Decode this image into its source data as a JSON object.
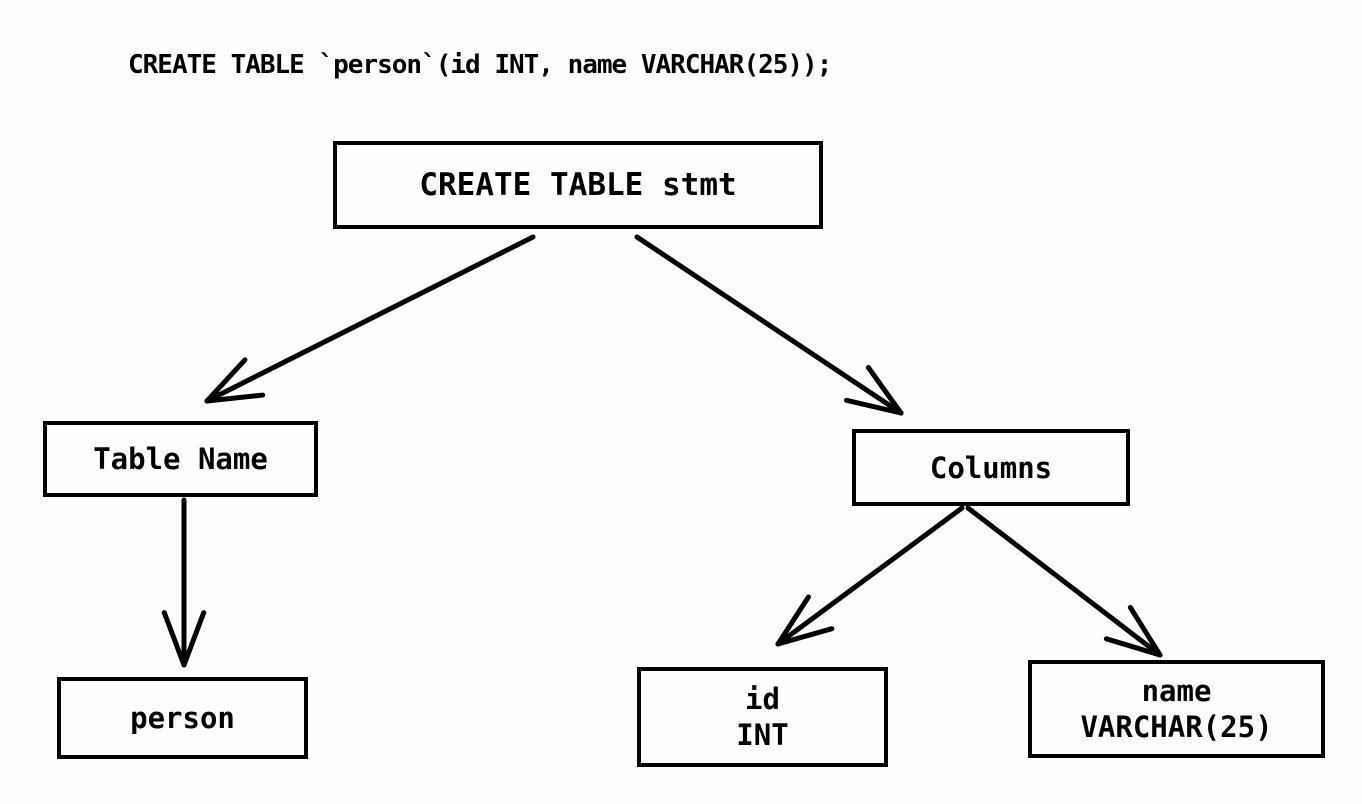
{
  "sql_statement": "CREATE TABLE `person`(id INT, name VARCHAR(25));",
  "diagram": {
    "type": "parse-tree",
    "nodes": {
      "root": {
        "label": "CREATE TABLE stmt"
      },
      "table_name": {
        "label": "Table Name"
      },
      "columns": {
        "label": "Columns"
      },
      "person": {
        "label": "person"
      },
      "column_id": {
        "line1": "id",
        "line2": "INT"
      },
      "column_name": {
        "line1": "name",
        "line2": "VARCHAR(25)"
      }
    },
    "edges": [
      {
        "from": "root",
        "to": "table_name"
      },
      {
        "from": "root",
        "to": "columns"
      },
      {
        "from": "table_name",
        "to": "person"
      },
      {
        "from": "columns",
        "to": "column_id"
      },
      {
        "from": "columns",
        "to": "column_name"
      }
    ]
  },
  "colors": {
    "background": "#fefefe",
    "stroke": "#000000",
    "text": "#000000"
  }
}
